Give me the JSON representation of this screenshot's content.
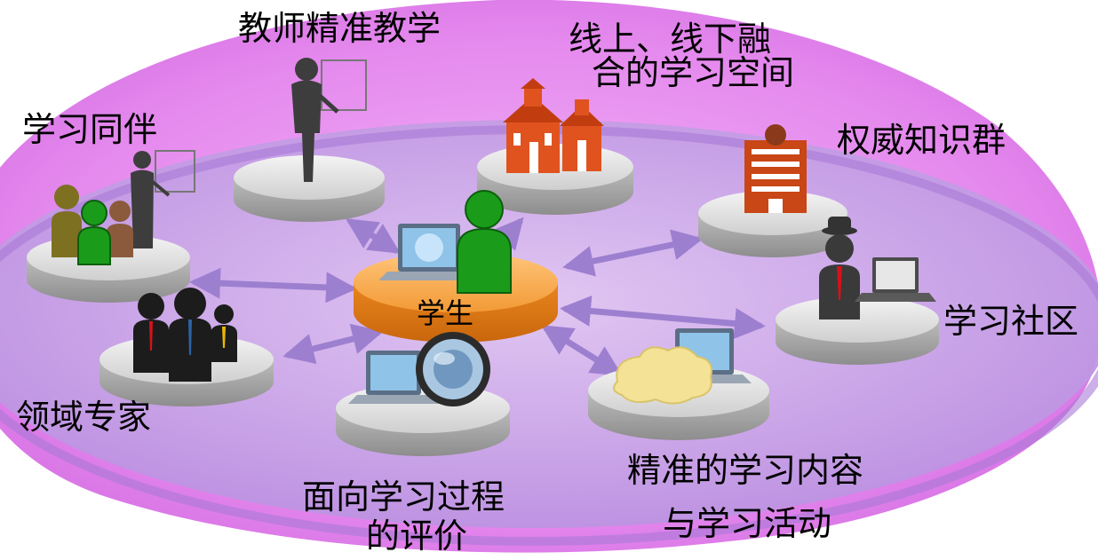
{
  "nodes": {
    "center": {
      "label": "学生"
    },
    "teacher": {
      "label": "教师精准教学"
    },
    "space": {
      "lines": [
        "线上、线下融",
        "合的学习空间"
      ]
    },
    "peers": {
      "label": "学习同伴"
    },
    "authority": {
      "label": "权威知识群"
    },
    "community": {
      "label": "学习社区"
    },
    "experts": {
      "label": "领域专家"
    },
    "evaluation": {
      "lines": [
        "面向学习过程",
        "的评价"
      ]
    },
    "content": {
      "lines": [
        "精准的学习内容",
        "与学习活动"
      ]
    }
  },
  "colors": {
    "background_ellipse": "#e88ef0",
    "base_disc": "#c8a2e6",
    "platform": "#d9d9d9",
    "center_disc": "#f59a32",
    "arrow": "#9d7fd0",
    "student": "#1a9c1a"
  }
}
